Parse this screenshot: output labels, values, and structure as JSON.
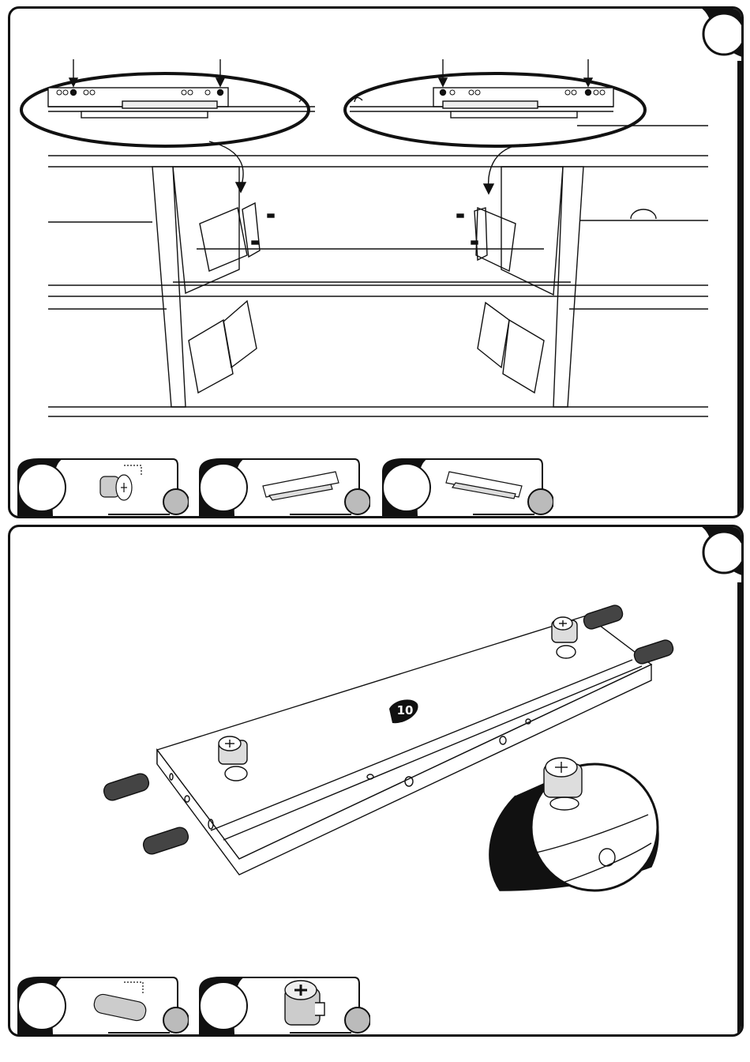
{
  "document": {
    "type": "assembly-instructions",
    "steps": [
      {
        "name": "drawer-runner-installation",
        "step_number": "",
        "parts": [
          {
            "name": "euro-screw",
            "quantity": ""
          },
          {
            "name": "drawer-runner-left",
            "quantity": ""
          },
          {
            "name": "drawer-runner-right",
            "quantity": ""
          }
        ]
      },
      {
        "name": "panel-10-fittings",
        "step_number": "",
        "panel_label": "10",
        "parts": [
          {
            "name": "wooden-dowel",
            "quantity": ""
          },
          {
            "name": "cam-lock",
            "quantity": ""
          }
        ]
      }
    ]
  }
}
